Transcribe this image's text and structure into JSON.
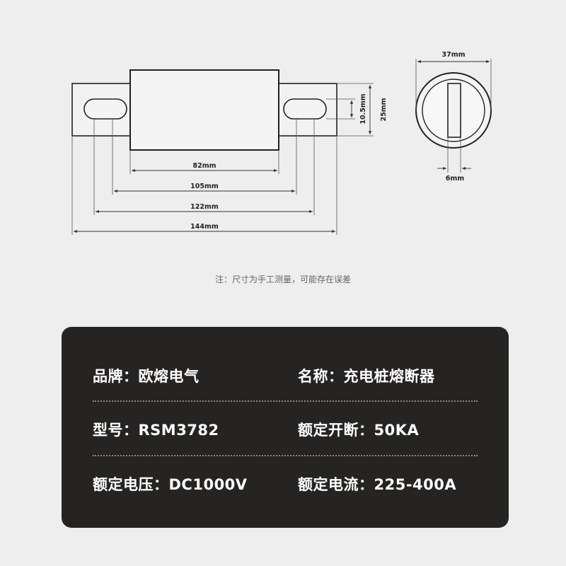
{
  "drawing": {
    "front_view": {
      "dimensions": {
        "body_length": "82mm",
        "slot_center_spacing": "105mm",
        "slot_outer_span": "122mm",
        "overall_length": "144mm",
        "slot_height": "10.5mm",
        "terminal_height": "25mm"
      }
    },
    "end_view": {
      "dimensions": {
        "diameter": "37mm",
        "slot_width": "6mm"
      }
    }
  },
  "note": "注：尺寸为手工测量，可能存在误差",
  "specs": {
    "rows": [
      {
        "left": "品牌：欧熔电气",
        "right": "名称：充电桩熔断器"
      },
      {
        "left": "型号：RSM3782",
        "right": "额定开断：50KA"
      },
      {
        "left": "额定电压：DC1000V",
        "right": "额定电流：225-400A"
      }
    ]
  },
  "colors": {
    "background": "#eeeeee",
    "card": "#252423",
    "card_text": "#ffffff",
    "line": "#222222"
  }
}
